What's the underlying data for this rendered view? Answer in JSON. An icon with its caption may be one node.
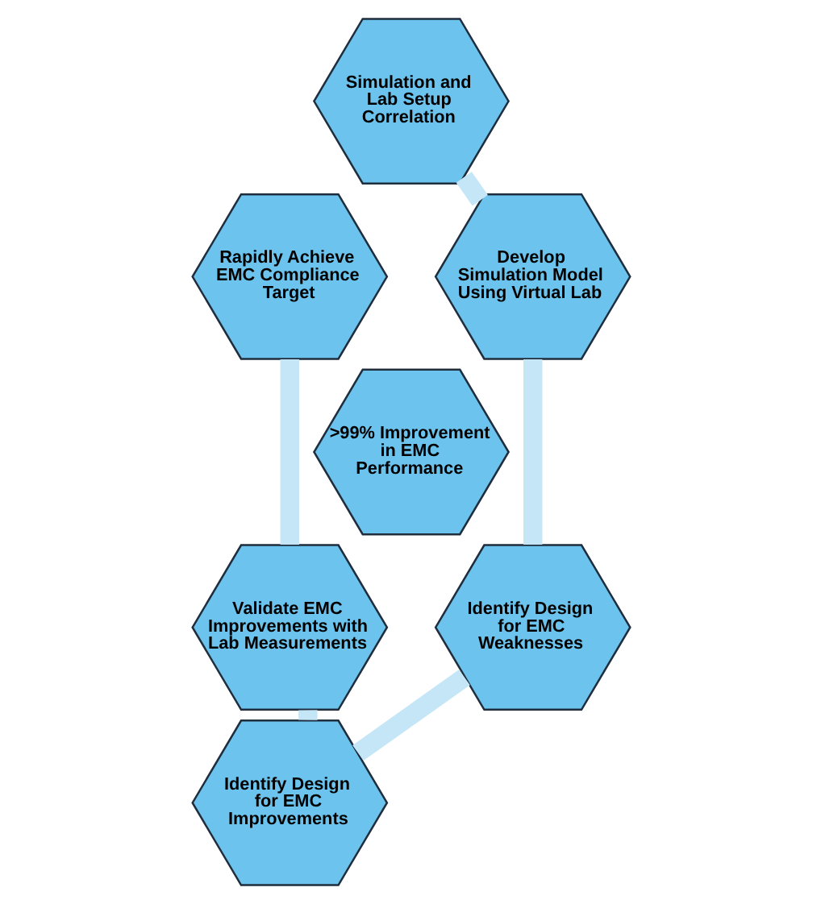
{
  "diagram": {
    "nodes": [
      {
        "text": [
          "Simulation and Lab Setup Correlation"
        ]
      },
      {
        "text": [
          "Rapidly Achieve EMC Compliance Target"
        ]
      },
      {
        "text": [
          "Develop Simulation Model Using Virtual Lab"
        ]
      },
      {
        "text": [
          ">99% Improvement in EMC Performance"
        ]
      },
      {
        "text": [
          "Validate EMC Improvements with Lab Measurements"
        ]
      },
      {
        "text": [
          "Identify Design for EMC Weaknesses"
        ]
      },
      {
        "text": [
          "Identify Design for EMC Improvements"
        ]
      }
    ],
    "edges": [
      {
        "from": 0,
        "to": 2,
        "arrow": "none"
      },
      {
        "from": 2,
        "to": 5,
        "arrow": "none"
      },
      {
        "from": 5,
        "to": 6,
        "arrow": "none"
      },
      {
        "from": 6,
        "to": 4,
        "arrow": "none"
      },
      {
        "from": 4,
        "to": 1,
        "arrow": "none"
      }
    ]
  }
}
